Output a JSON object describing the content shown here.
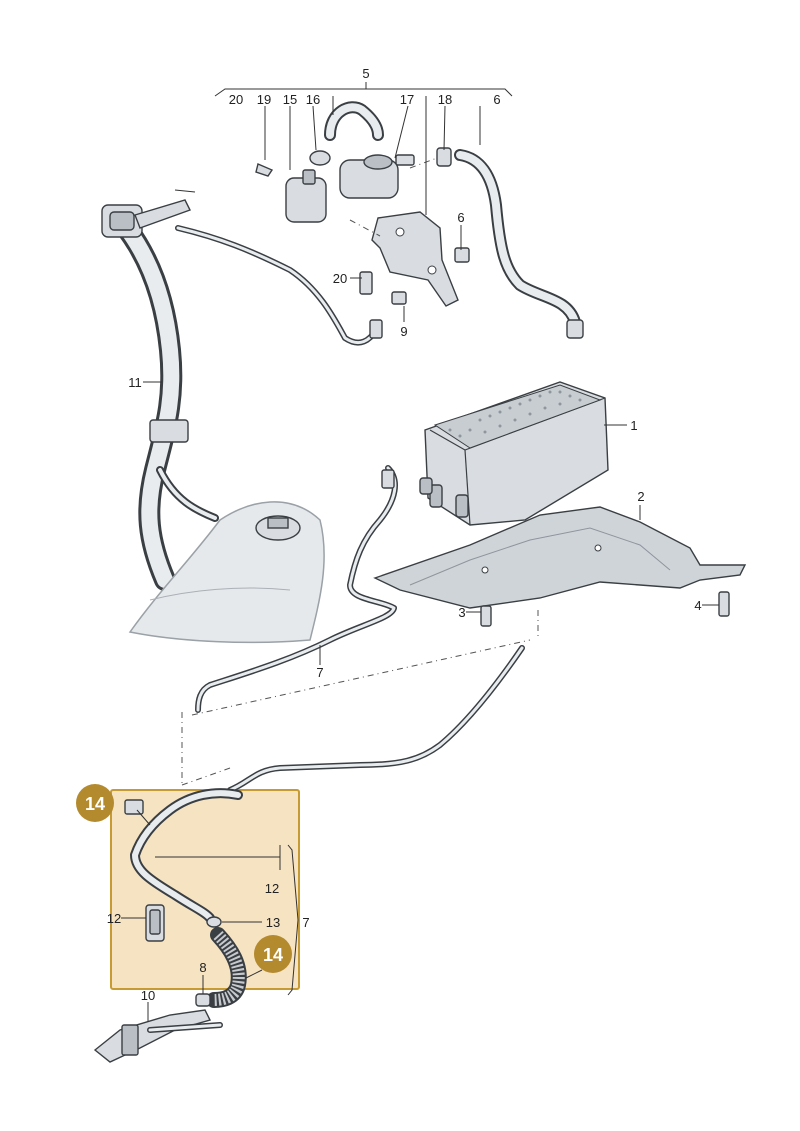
{
  "colors": {
    "highlight_fill": "#f6e3c2",
    "highlight_border": "#c79a33",
    "badge": "#b48a2e",
    "line": "#3a3f44",
    "part_light": "#d9dde1"
  },
  "callouts": {
    "c5": "5",
    "c20a": "20",
    "c19": "19",
    "c15": "15",
    "c16": "16",
    "c17": "17",
    "c18": "18",
    "c6a": "6",
    "c6b": "6",
    "c20b": "20",
    "c9": "9",
    "c11": "11",
    "c1": "1",
    "c2": "2",
    "c3": "3",
    "c4": "4",
    "c7a": "7",
    "c12a": "12",
    "c12b": "12",
    "c13": "13",
    "c7b": "7",
    "c8": "8",
    "c10": "10"
  },
  "badges": {
    "top": "14",
    "bottom": "14"
  }
}
